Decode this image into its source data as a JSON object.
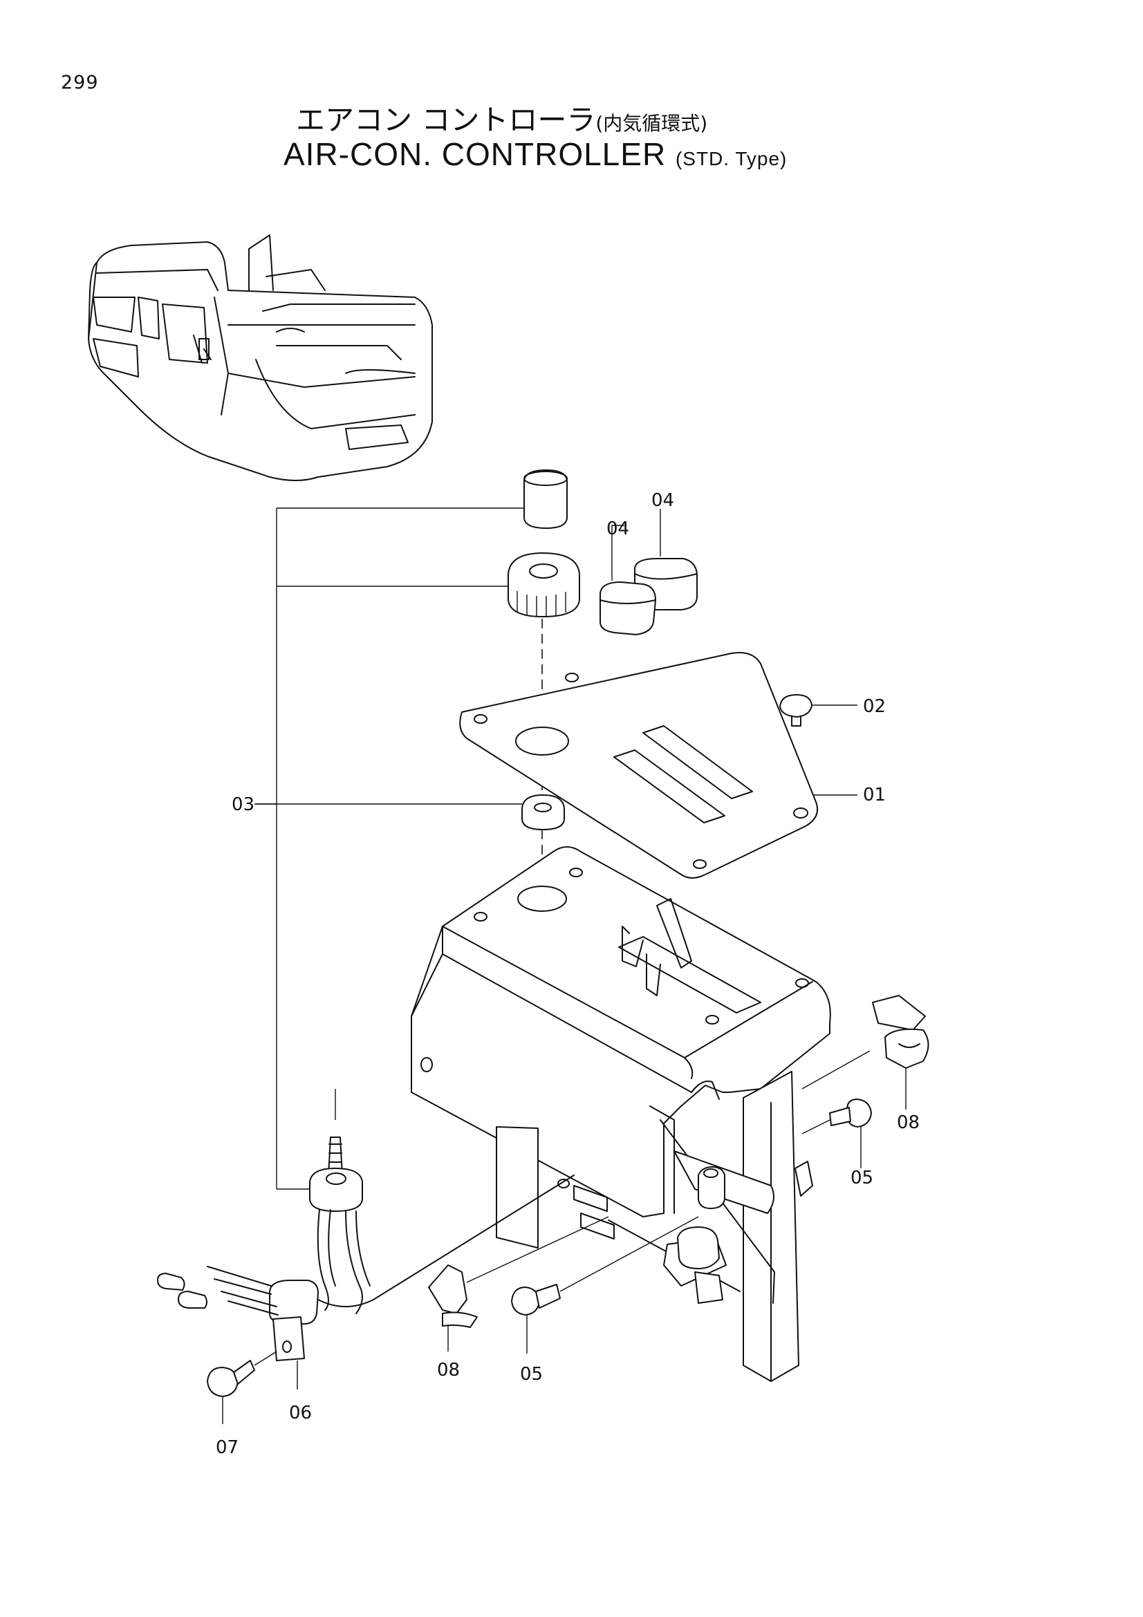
{
  "page_number": "299",
  "title": {
    "japanese": "エアコン コントローラ",
    "japanese_sub": "(内気循環式)",
    "english": "AIR-CON. CONTROLLER",
    "english_sub": "(STD. Type)"
  },
  "callouts": [
    {
      "id": "01",
      "label": "01"
    },
    {
      "id": "02",
      "label": "02"
    },
    {
      "id": "03",
      "label": "03"
    },
    {
      "id": "04a",
      "label": "04"
    },
    {
      "id": "04b",
      "label": "04"
    },
    {
      "id": "05a",
      "label": "05"
    },
    {
      "id": "05b",
      "label": "05"
    },
    {
      "id": "06",
      "label": "06"
    },
    {
      "id": "07",
      "label": "07"
    },
    {
      "id": "08a",
      "label": "08"
    },
    {
      "id": "08b",
      "label": "08"
    }
  ]
}
